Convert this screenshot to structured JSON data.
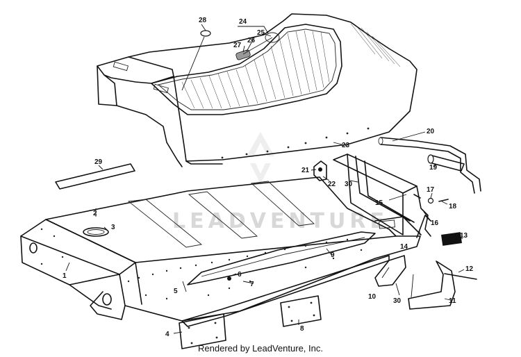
{
  "callouts": {
    "c1": "1",
    "c2": "2",
    "c3": "3",
    "c4": "4",
    "c5": "5",
    "c6": "6",
    "c7": "7",
    "c8": "8",
    "c9": "9",
    "c10": "10",
    "c11": "11",
    "c12": "12",
    "c13": "13",
    "c14": "14",
    "c15": "15",
    "c16": "16",
    "c17": "17",
    "c18": "18",
    "c19": "19",
    "c20": "20",
    "c21": "21",
    "c22": "22",
    "c23": "23",
    "c24": "24",
    "c25": "25",
    "c26": "26",
    "c27": "27",
    "c28": "28",
    "c29": "29",
    "c30a": "30",
    "c30b": "30"
  },
  "watermark": "LEADVENTURE",
  "credit": "Rendered by LeadVenture, Inc."
}
